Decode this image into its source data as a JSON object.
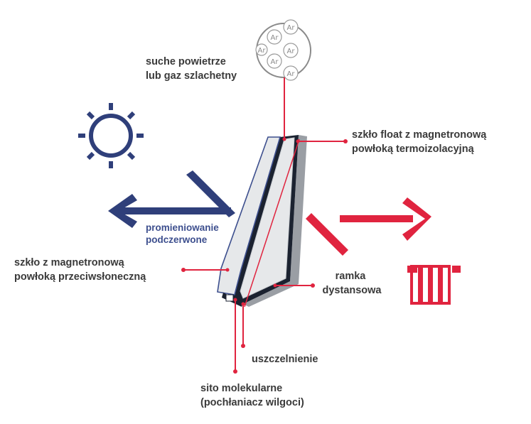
{
  "labels": {
    "gas": [
      "suche powietrze",
      "lub gaz szlachetny"
    ],
    "float_glass": [
      "szkło float z magnetronową",
      "powłoką termoizolacyjną"
    ],
    "infrared": [
      "promieniowanie",
      "podczerwone"
    ],
    "solar_glass": [
      "szkło z magnetronową",
      "powłoką przeciwsłoneczną"
    ],
    "spacer": [
      "ramka",
      "dystansowa"
    ],
    "seal": "uszczelnienie",
    "sieve": [
      "sito molekularne",
      "(pochłaniacz wilgoci)"
    ]
  },
  "gas_atoms": [
    "Ar",
    "Ar",
    "Ar",
    "Ar",
    "Ar",
    "Ar"
  ],
  "icons": {
    "sun": "sun-icon",
    "radiator": "radiator-icon",
    "gas_circle": "argon-atoms-icon"
  },
  "colors": {
    "red": "#e0243f",
    "navy": "#2f3f7a",
    "dark_text": "#3a3a3a",
    "pane_fill": "#e6e8ea",
    "dark_fill": "#1b2230",
    "grey": "#9a9ea4"
  }
}
